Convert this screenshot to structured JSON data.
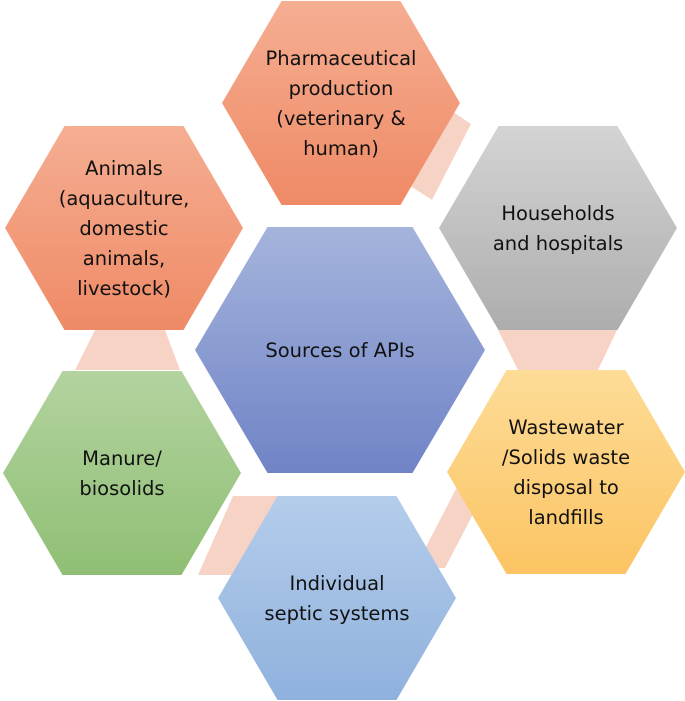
{
  "center": {
    "lines": [
      "Sources of APIs"
    ],
    "color_top": "#a5b4dc",
    "color_bottom": "#7083c6"
  },
  "nodes": [
    {
      "id": "pharma",
      "lines": [
        "Pharmaceutical",
        "production",
        "(veterinary &",
        "human)"
      ],
      "color_top": "#f5ae92",
      "color_bottom": "#ef8a66"
    },
    {
      "id": "households",
      "lines": [
        "Households",
        "and hospitals"
      ],
      "color_top": "#d4d4d4",
      "color_bottom": "#adadad"
    },
    {
      "id": "wastewater",
      "lines": [
        "Wastewater",
        "/Solids waste",
        "disposal to",
        "landfills"
      ],
      "color_top": "#fddc97",
      "color_bottom": "#fcc463"
    },
    {
      "id": "septic",
      "lines": [
        "Individual",
        "septic systems"
      ],
      "color_top": "#b4cdeb",
      "color_bottom": "#8fb1dd"
    },
    {
      "id": "manure",
      "lines": [
        "Manure/",
        "biosolids"
      ],
      "color_top": "#b3d39f",
      "color_bottom": "#8fbf74"
    },
    {
      "id": "animals",
      "lines": [
        "Animals",
        "(aquaculture,",
        "domestic",
        "animals,",
        "livestock)"
      ],
      "color_top": "#f5ae92",
      "color_bottom": "#ef8a66"
    }
  ],
  "connector_color": "#f4cbbb"
}
